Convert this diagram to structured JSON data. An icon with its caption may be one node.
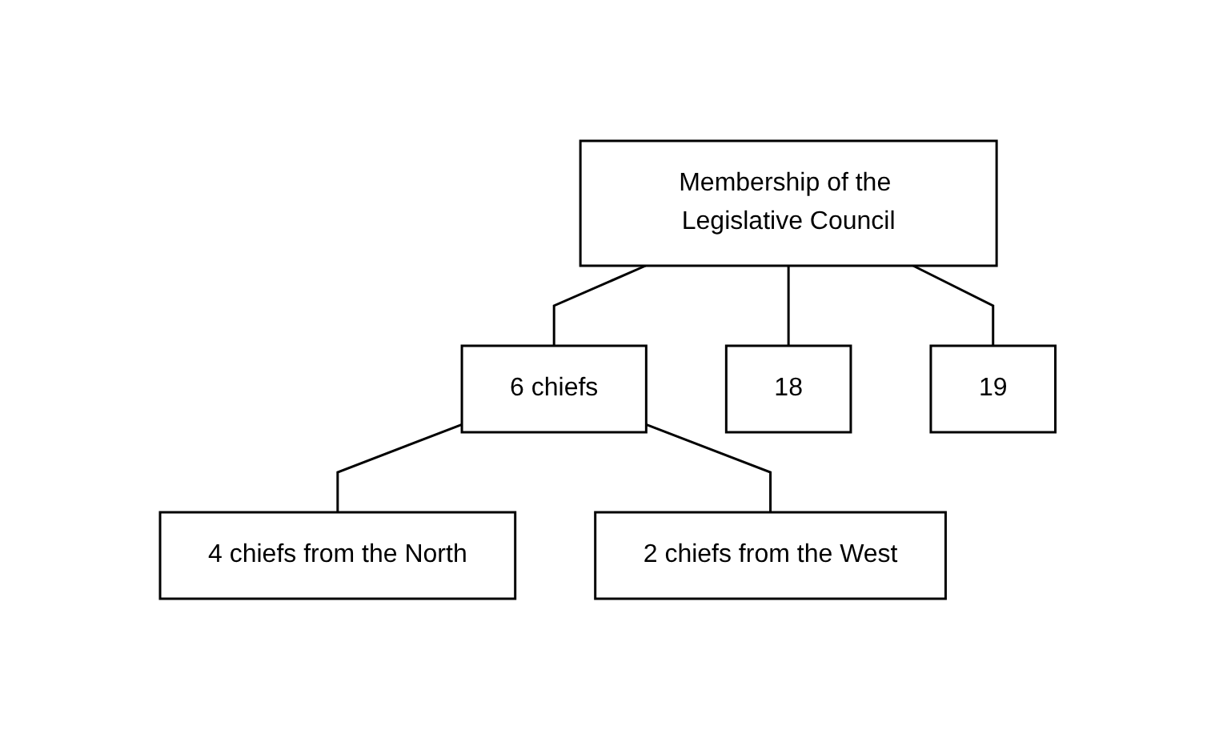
{
  "diagram": {
    "nodes": [
      {
        "text": [
          "Membership of the Legislative Council"
        ]
      },
      {
        "text": [
          "6 chiefs"
        ]
      },
      {
        "text": [
          "18"
        ]
      },
      {
        "text": [
          "19"
        ]
      },
      {
        "text": [
          "4 chiefs from the North"
        ]
      },
      {
        "text": [
          "2 chiefs from the West"
        ]
      }
    ],
    "edges": [
      {
        "from": 0,
        "to": 1,
        "arrow": "none"
      },
      {
        "from": 0,
        "to": 2,
        "arrow": "none"
      },
      {
        "from": 0,
        "to": 3,
        "arrow": "none"
      },
      {
        "from": 1,
        "to": 4,
        "arrow": "none"
      },
      {
        "from": 1,
        "to": 5,
        "arrow": "none"
      }
    ]
  }
}
